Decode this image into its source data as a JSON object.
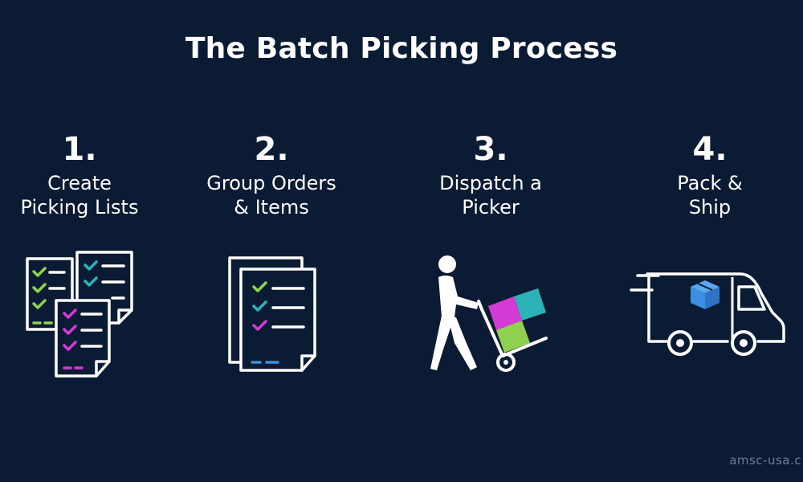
{
  "title": "The Batch Picking Process",
  "steps": [
    {
      "number": "1.",
      "label_line1": "Create",
      "label_line2": "Picking Lists",
      "icon": "picking-lists-icon"
    },
    {
      "number": "2.",
      "label_line1": "Group Orders",
      "label_line2": "& Items",
      "icon": "grouped-documents-icon"
    },
    {
      "number": "3.",
      "label_line1": "Dispatch a",
      "label_line2": "Picker",
      "icon": "picker-hand-truck-icon"
    },
    {
      "number": "4.",
      "label_line1": "Pack &",
      "label_line2": "Ship",
      "icon": "delivery-van-icon"
    }
  ],
  "watermark": "amsc-usa.c",
  "colors": {
    "background": "#0b1b33",
    "text": "#ffffff",
    "green": "#8fd14f",
    "teal": "#2bb3b8",
    "magenta": "#d43ad4",
    "blue": "#3b8fe0"
  }
}
